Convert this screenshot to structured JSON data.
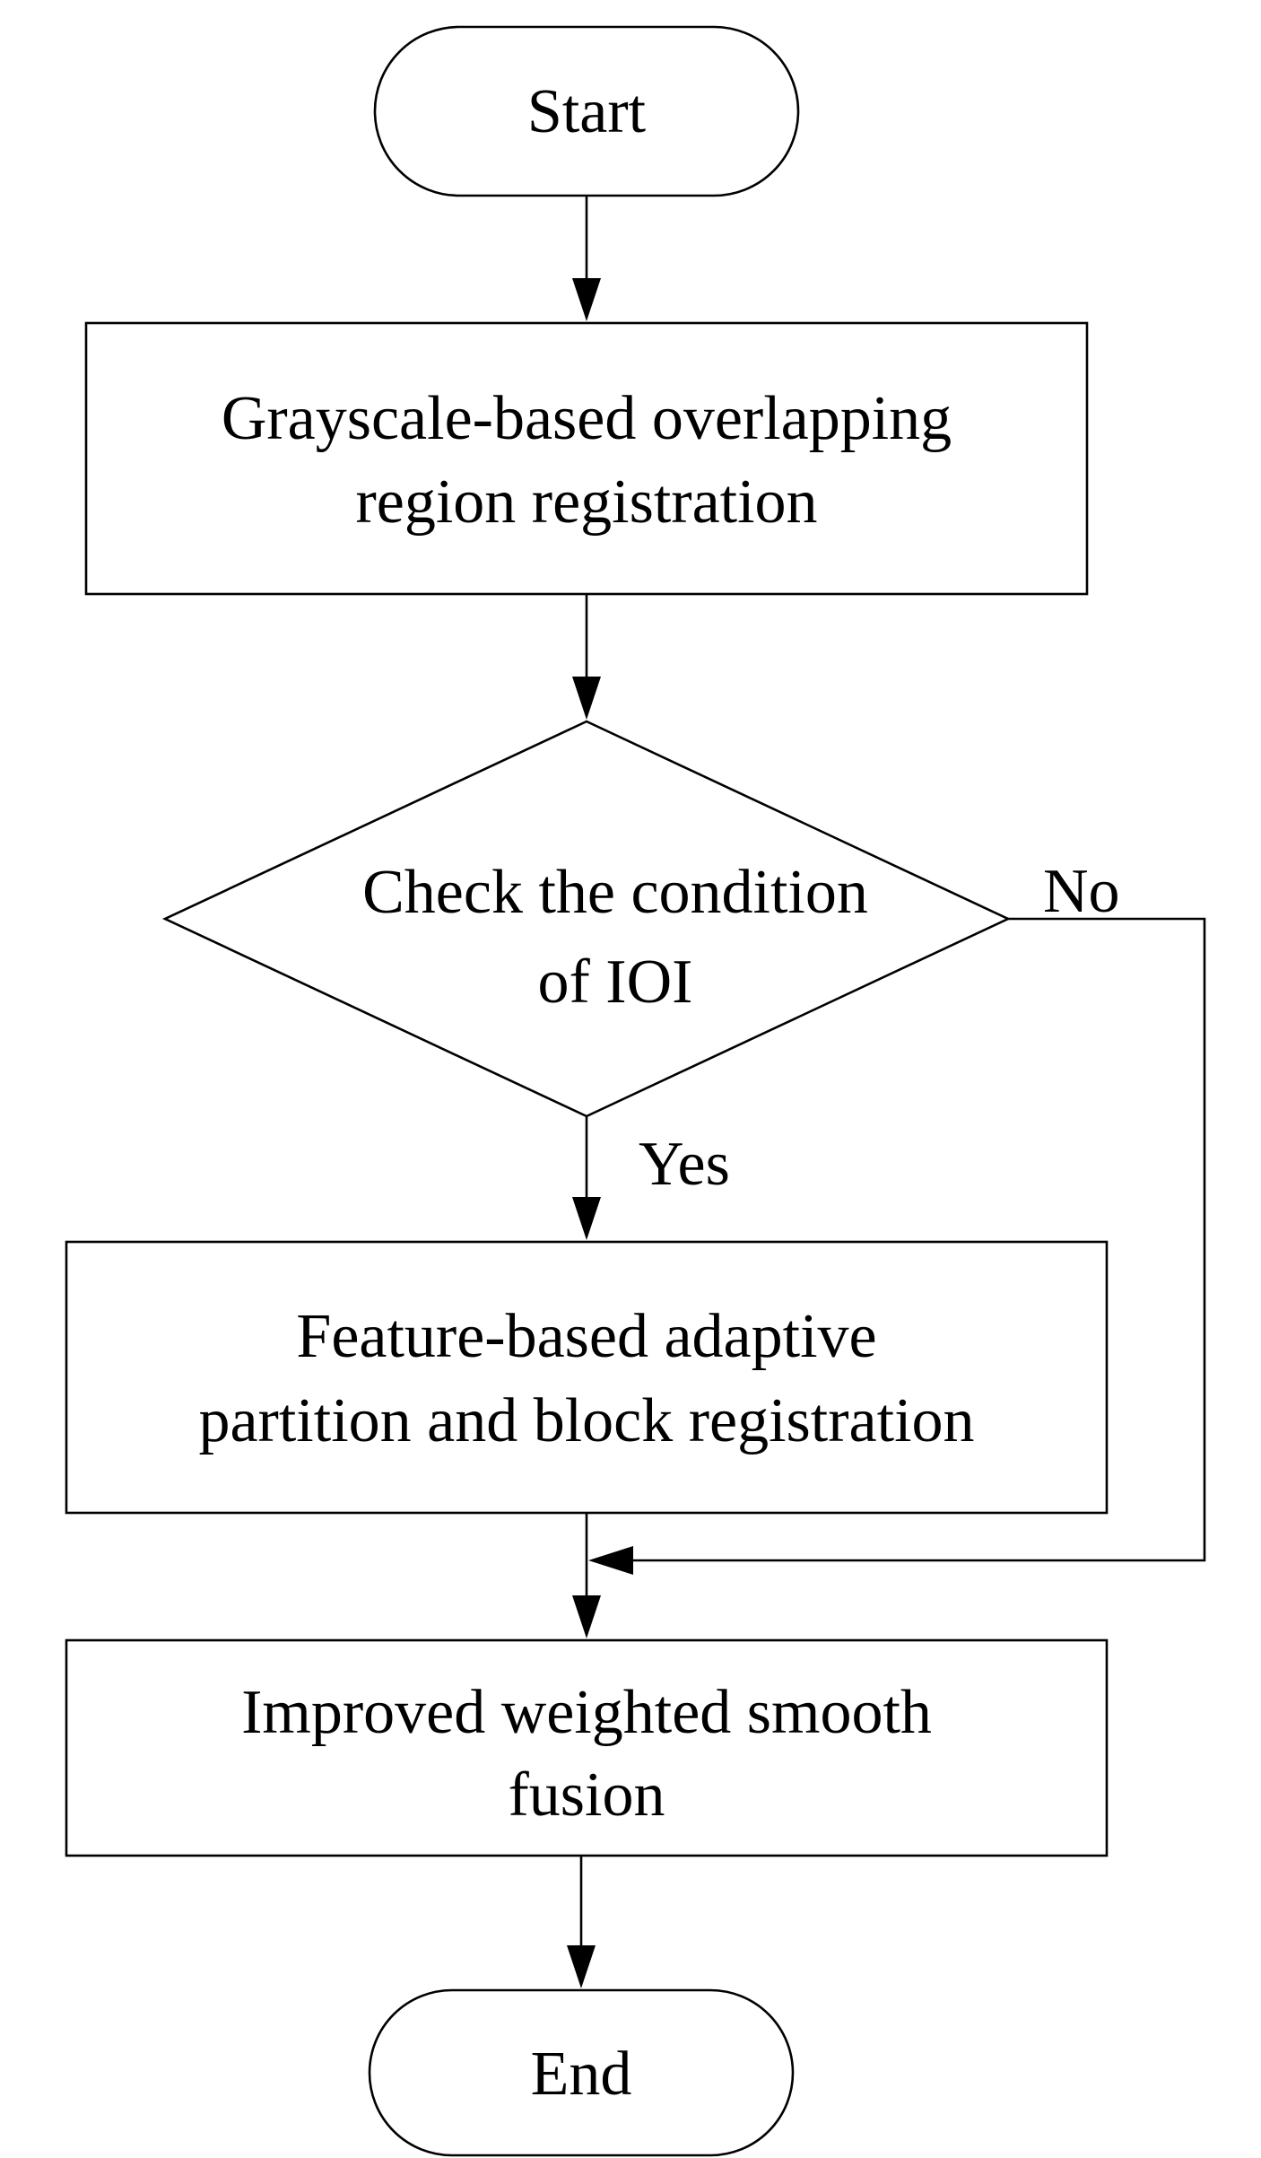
{
  "flowchart": {
    "start": "Start",
    "step1": {
      "line1": "Grayscale-based overlapping",
      "line2": "region registration"
    },
    "decision": {
      "line1": "Check the condition",
      "line2": "of IOI"
    },
    "no_label": "No",
    "yes_label": "Yes",
    "step2": {
      "line1": "Feature-based adaptive",
      "line2": "partition and block registration"
    },
    "step3": {
      "line1": "Improved weighted smooth",
      "line2": "fusion"
    },
    "end": "End"
  }
}
